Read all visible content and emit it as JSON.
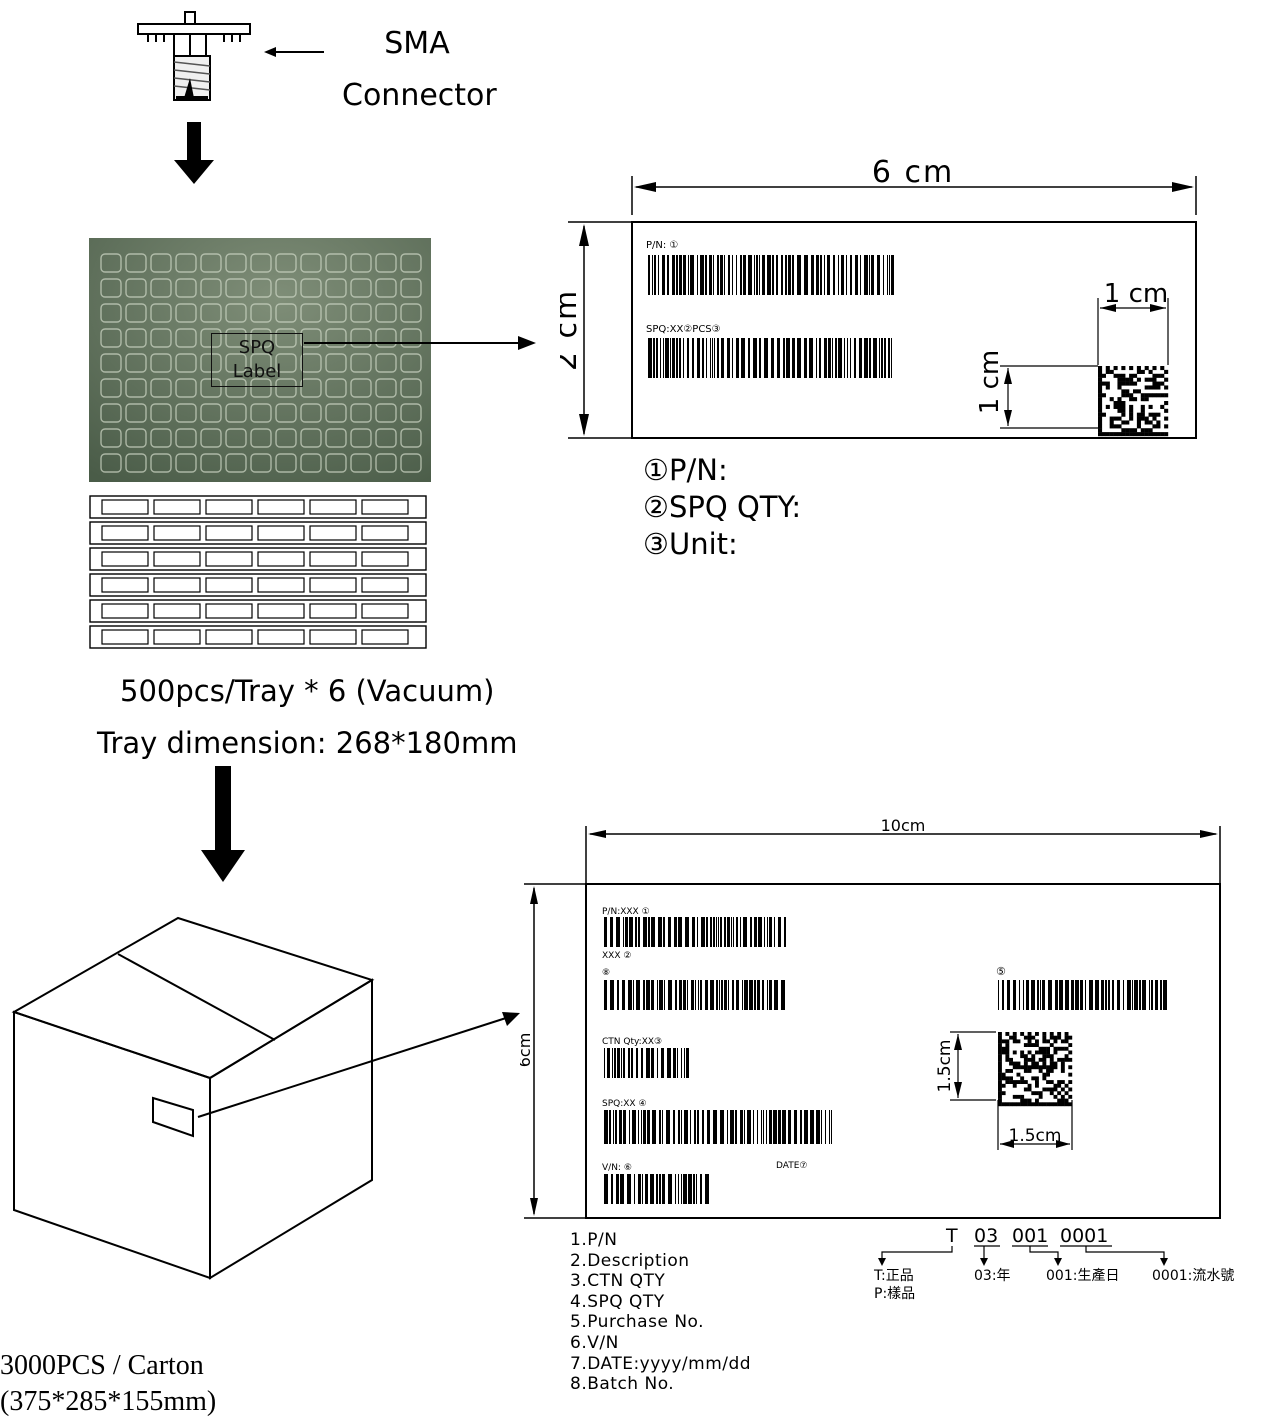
{
  "connector": {
    "label_line1": "SMA",
    "label_line2": "Connector"
  },
  "tray_photo": {
    "label_line1": "SPQ",
    "label_line2": "Label"
  },
  "tray": {
    "spec": "500pcs/Tray * 6 (Vacuum)",
    "dimension": "Tray dimension: 268*180mm"
  },
  "carton": {
    "spec": "3000PCS / Carton",
    "dimension": "(375*285*155mm)"
  },
  "spq_label": {
    "width": "6  cm",
    "height": "2  cm",
    "code_size_h": "1 cm",
    "code_size_v": "1 cm",
    "field_pn": "P/N: ①",
    "field_spq": "SPQ:XX②PCS③",
    "legend": [
      "①P/N:",
      "②SPQ  QTY:",
      "③Unit:"
    ]
  },
  "carton_label": {
    "width": "10cm",
    "height": "6cm",
    "code_size_h": "1.5cm",
    "code_size_v": "1.5cm",
    "field_pn": "P/N:XXX ①",
    "field_desc": "XXX ②",
    "field_po": "⑤",
    "field_ctn": "CTN  Qty:XX③",
    "field_spq": "SPQ:XX ④",
    "field_vn": "V/N: ⑥",
    "field_date": "DATE⑦",
    "field_batch": "⑧",
    "list": [
      "1.P/N",
      "2.Description",
      "3.CTN  QTY",
      "4.SPQ  QTY",
      "5.Purchase  No.",
      "6.V/N",
      "7.DATE:yyyy/mm/dd",
      "8.Batch  No."
    ],
    "batch_code": {
      "prefix": "T",
      "year": "03",
      "day": "001",
      "serial": "0001"
    },
    "batch_notes": {
      "type_t": "T:正品",
      "type_p": "P:樣品",
      "year": "03:年",
      "day": "001:生產日",
      "serial": "0001:流水號"
    }
  }
}
